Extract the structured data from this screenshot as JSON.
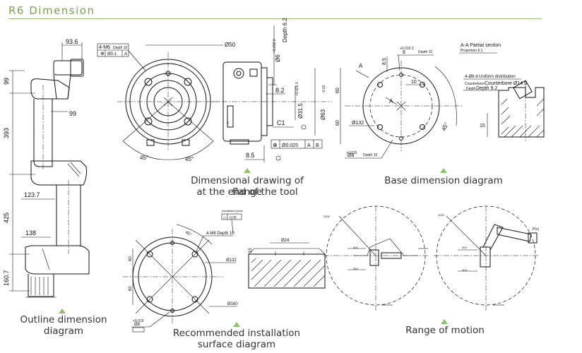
{
  "header": {
    "title": "R6 Dimension"
  },
  "captions": {
    "outline": "Outline dimension diagram",
    "flange_line1": "Dimensional drawing of flange",
    "flange_line2": "at the end of the tool",
    "base": "Base dimension diagram",
    "install_line1": "Recommended installation",
    "install_line2": "surface diagram",
    "motion": "Range of motion"
  },
  "outline_dims": {
    "top_width": "93.6",
    "top_height": "99",
    "offset": "99",
    "upper_arm": "393",
    "joint_width": "123.7",
    "forearm": "425",
    "base_width": "138",
    "base_height": "160.7"
  },
  "flange_dims": {
    "thread": "4-M6",
    "thread_depth": "Depth 10",
    "tolerance": "Ø0.1",
    "datum_a": "A",
    "diameter": "Ø50",
    "angle_left": "45°",
    "angle_right": "45°",
    "pin": "Ø6",
    "pin_tol": "+0.012 0",
    "pin_depth": "Depth 6.2",
    "depth_a": "8.2",
    "inner_dia": "Ø31.5",
    "inner_tol": "+0.025 0",
    "outer_dia": "Ø63",
    "outer_tol": "-0.02",
    "chamfer": "C1",
    "length": "8.5",
    "position_tol": "Ø0.025",
    "datum_b": "B"
  },
  "base_dims": {
    "pin_top": "8",
    "pin_top_tol": "+0.015 0",
    "pin_top_depth": "Depth 10",
    "dim_8_5": "8.5",
    "dim_10": "10",
    "section_label": "A",
    "section_title": "A-A Partial section",
    "proportion": "Proportion 6:1",
    "holes": "4-Ø8.4 Uniform distribution",
    "counterbore": "Counterbore Ø14.5",
    "counterbore_depth": "Depth 9.2",
    "dim_60a": "60",
    "dim_60b": "60",
    "pcd": "Ø132",
    "pin_bottom": "Ø8",
    "pin_bottom_depth": "Depth 10",
    "angle": "45°",
    "section_dim": "15"
  },
  "install_dims": {
    "holes": "4-M8 Depth 10",
    "pcd": "Ø132",
    "outer": "Ø160",
    "dim_60a": "60",
    "dim_60b": "60",
    "pin": "Ø8",
    "flatness_note": "Installation plane",
    "flatness": "0.05",
    "plate_dim": "Ø24"
  },
  "motion_labels": {
    "r1": "1000",
    "r2": "600",
    "r3": "300",
    "tip": "P(x)"
  }
}
